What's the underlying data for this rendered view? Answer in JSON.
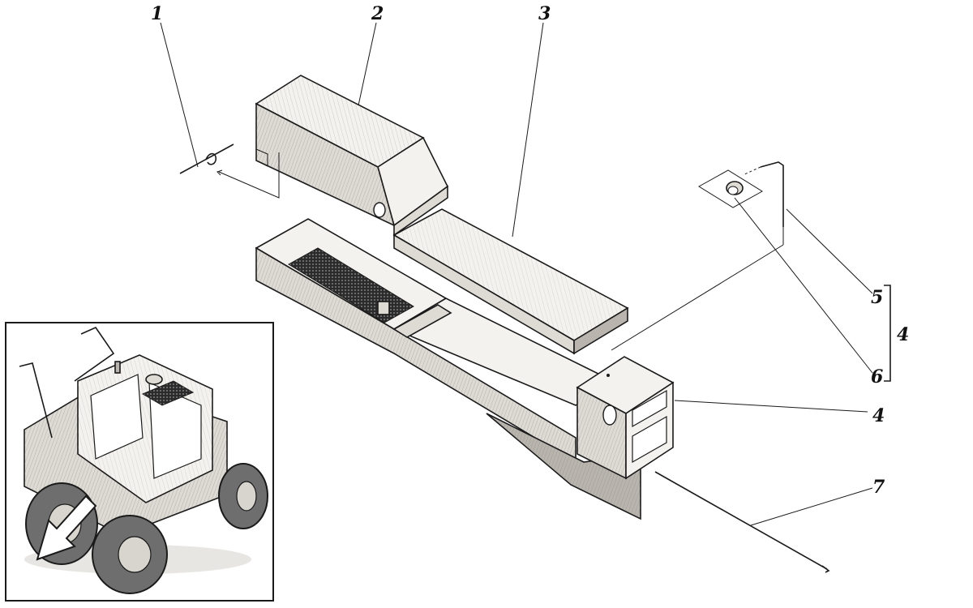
{
  "callouts": {
    "c1": "1",
    "c2": "2",
    "c3": "3",
    "c4_group": "4",
    "c4": "4",
    "c5": "5",
    "c6": "6",
    "c7": "7"
  },
  "colors": {
    "ink": "#1a1a1a",
    "paper": "#ffffff"
  }
}
